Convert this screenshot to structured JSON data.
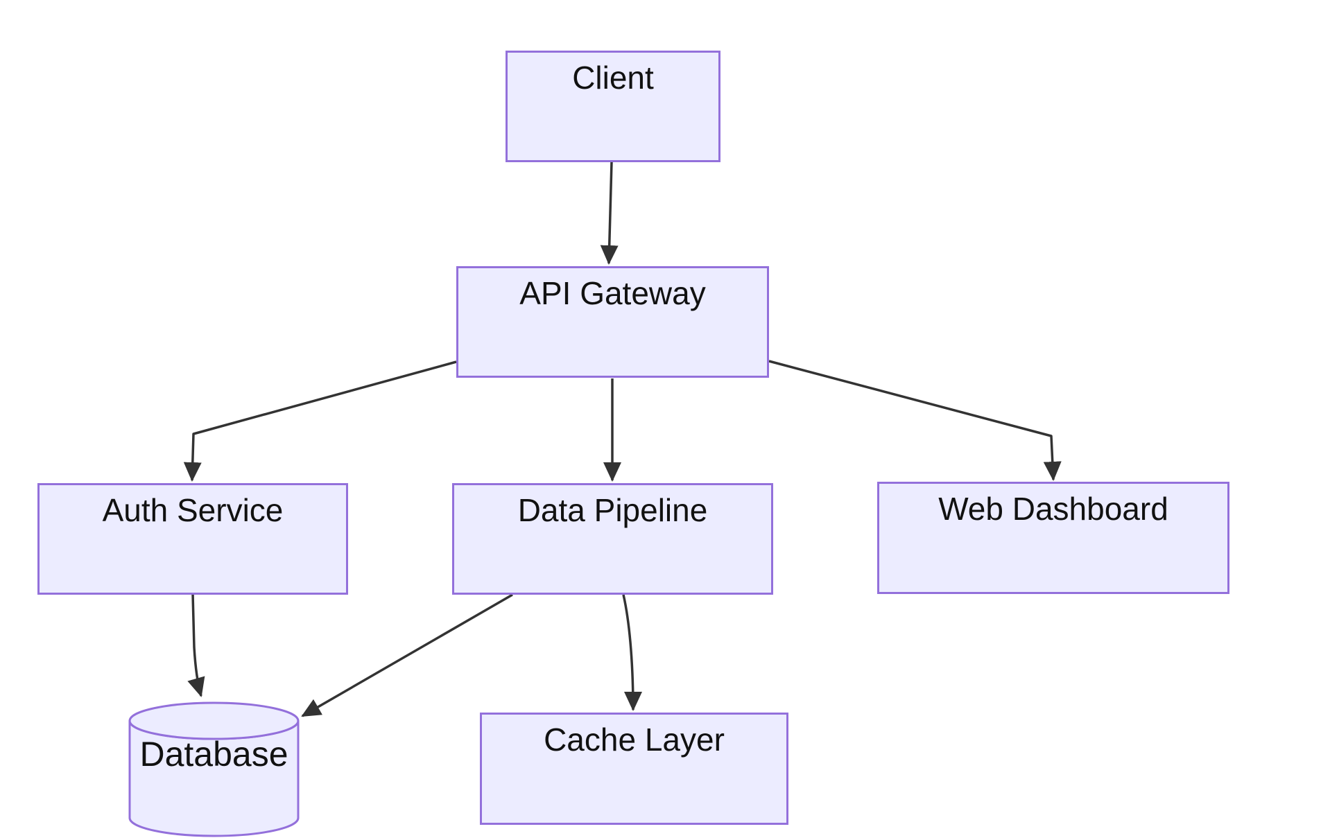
{
  "diagram": {
    "type": "flowchart",
    "direction": "top-down",
    "nodes": {
      "client": {
        "label": "Client",
        "shape": "rectangle"
      },
      "api_gateway": {
        "label": "API Gateway",
        "shape": "rectangle"
      },
      "auth_service": {
        "label": "Auth Service",
        "shape": "rectangle"
      },
      "data_pipeline": {
        "label": "Data Pipeline",
        "shape": "rectangle"
      },
      "web_dashboard": {
        "label": "Web Dashboard",
        "shape": "rectangle"
      },
      "database": {
        "label": "Database",
        "shape": "cylinder"
      },
      "cache_layer": {
        "label": "Cache Layer",
        "shape": "rectangle"
      }
    },
    "edges": [
      {
        "from": "client",
        "to": "api_gateway",
        "arrow": true
      },
      {
        "from": "api_gateway",
        "to": "auth_service",
        "arrow": true
      },
      {
        "from": "api_gateway",
        "to": "data_pipeline",
        "arrow": true
      },
      {
        "from": "api_gateway",
        "to": "web_dashboard",
        "arrow": true
      },
      {
        "from": "auth_service",
        "to": "database",
        "arrow": true
      },
      {
        "from": "data_pipeline",
        "to": "database",
        "arrow": true
      },
      {
        "from": "data_pipeline",
        "to": "cache_layer",
        "arrow": true
      }
    ],
    "colors": {
      "node_fill": "#ECECFF",
      "node_border": "#9370DB",
      "edge_line": "#333333",
      "label_text": "#111111",
      "background": "#FFFFFF"
    }
  }
}
